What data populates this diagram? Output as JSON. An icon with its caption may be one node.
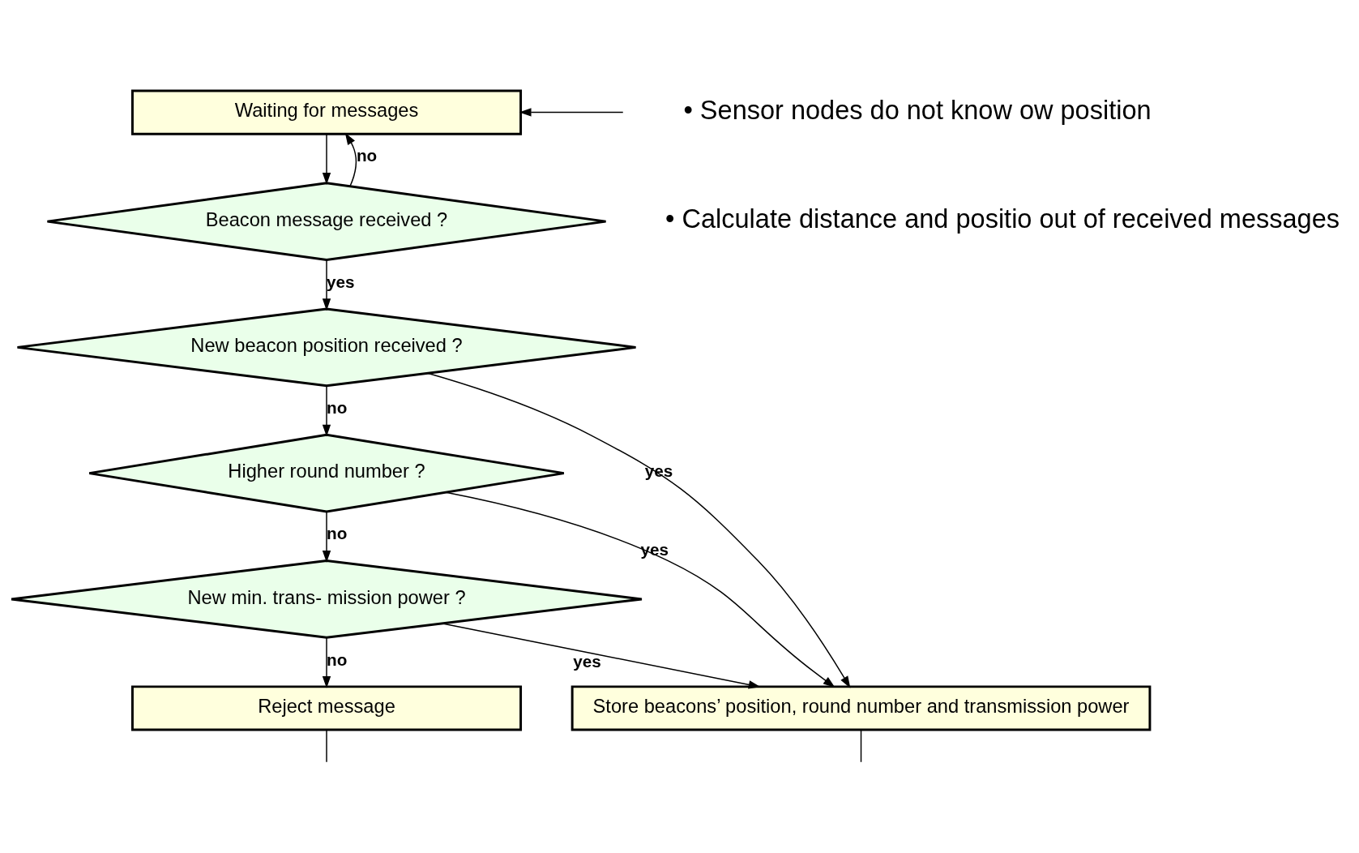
{
  "diagram": {
    "nodes": [
      {
        "text": [
          "Waiting for messages"
        ]
      },
      {
        "text": [
          "Beacon message received ?"
        ]
      },
      {
        "text": [
          "New beacon position received ?"
        ]
      },
      {
        "text": [
          "Higher round number ?"
        ]
      },
      {
        "text": [
          "New min. trans- mission power ?"
        ]
      },
      {
        "text": [
          "Reject message"
        ]
      },
      {
        "text": [
          "Store beacons’ position, round number and transmission power"
        ]
      }
    ],
    "edges": [
      {
        "from": 0,
        "to": 1,
        "arrow": "to"
      },
      {
        "from": 1,
        "to": 2,
        "arrow": "to",
        "label": "yes"
      },
      {
        "from": 1,
        "to": 0,
        "arrow": "to",
        "label": "no"
      },
      {
        "from": 2,
        "to": 3,
        "arrow": "to",
        "label": "no"
      },
      {
        "from": 2,
        "to": 6,
        "arrow": "to",
        "label": "yes"
      },
      {
        "from": 3,
        "to": 4,
        "arrow": "to",
        "label": "no"
      },
      {
        "from": 3,
        "to": 6,
        "arrow": "to",
        "label": "yes"
      },
      {
        "from": 4,
        "to": 5,
        "arrow": "to",
        "label": "no"
      },
      {
        "from": 4,
        "to": 6,
        "arrow": "to",
        "label": "yes"
      },
      {
        "from": 5,
        "to": null,
        "arrow": "none"
      },
      {
        "from": 6,
        "to": null,
        "arrow": "none"
      },
      {
        "from": null,
        "to": 0,
        "arrow": "to"
      }
    ],
    "labels": [
      "• Sensor nodes do not know ow position",
      "• Calculate distance and positio out of received messages"
    ]
  }
}
